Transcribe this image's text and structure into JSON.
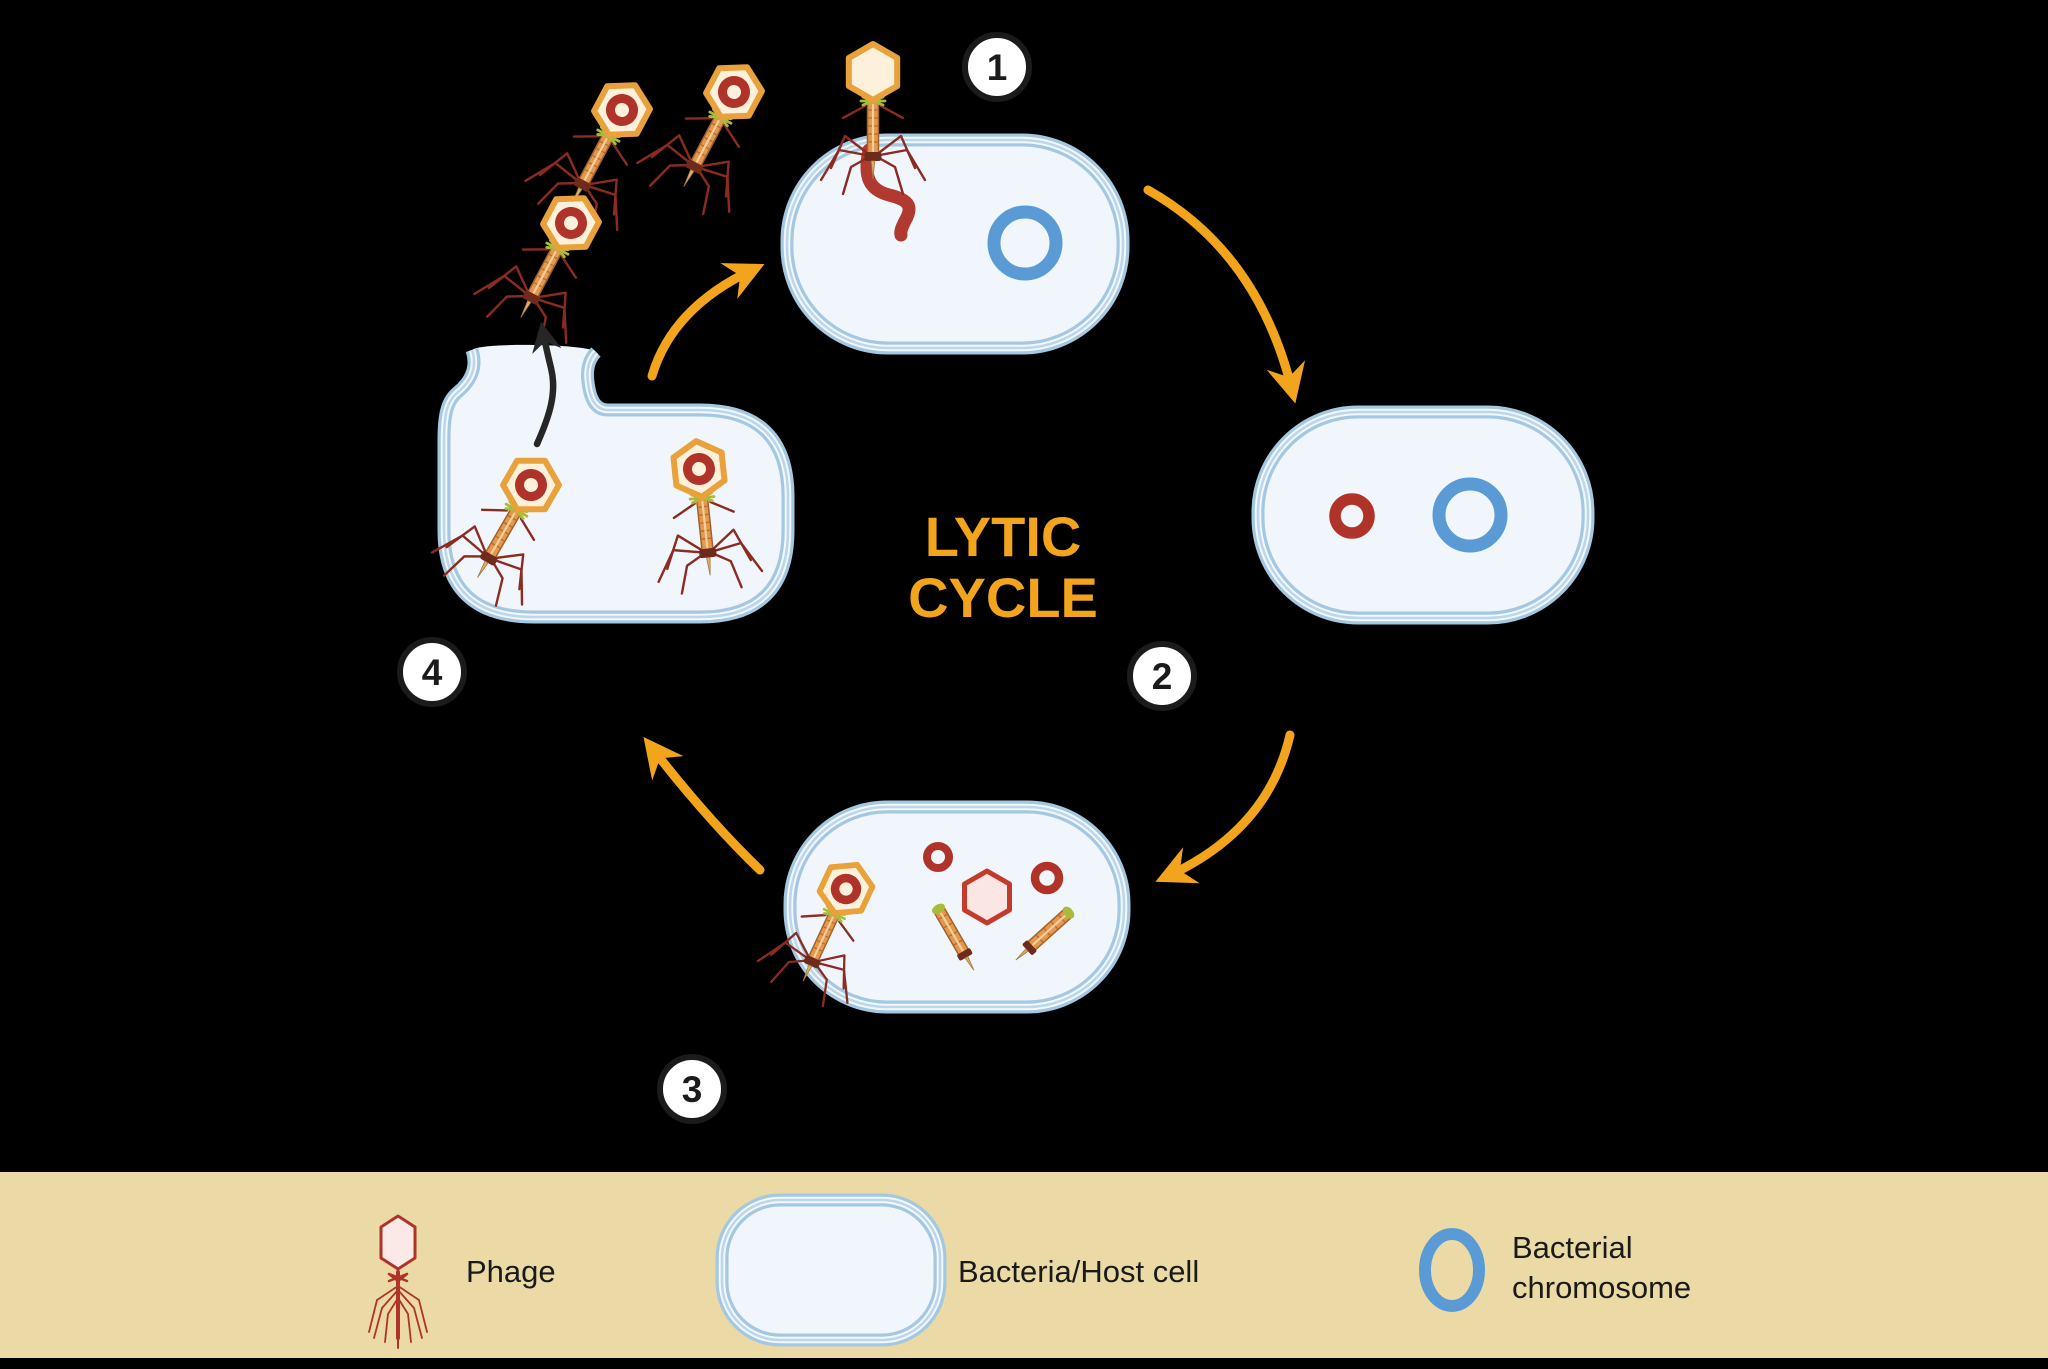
{
  "title": {
    "line1": "LYTIC",
    "line2": "CYCLE"
  },
  "steps": [
    {
      "number": "1"
    },
    {
      "number": "2"
    },
    {
      "number": "3"
    },
    {
      "number": "4"
    }
  ],
  "legend": {
    "phage": "Phage",
    "bacteria": "Bacteria/Host cell",
    "chromosome_line1": "Bacterial",
    "chromosome_line2": "chromosome",
    "icons": {
      "phage": "phage-icon",
      "bacteria": "host-cell-icon",
      "chromosome": "chromosome-ring-icon"
    }
  },
  "colors": {
    "background": "#000000",
    "accent_orange": "#F2A51C",
    "membrane_blue": "#A4C8E1",
    "cell_fill": "#F1F6FC",
    "chromosome_blue": "#5B9BD5",
    "phage_dna_red": "#B0332A",
    "phage_head_fill": "#FDF1DC",
    "phage_capsid_orange": "#E9A13B",
    "legend_background": "#EBDAA6",
    "badge_border": "#1B1B1B",
    "lysis_arrow_black": "#262626"
  }
}
